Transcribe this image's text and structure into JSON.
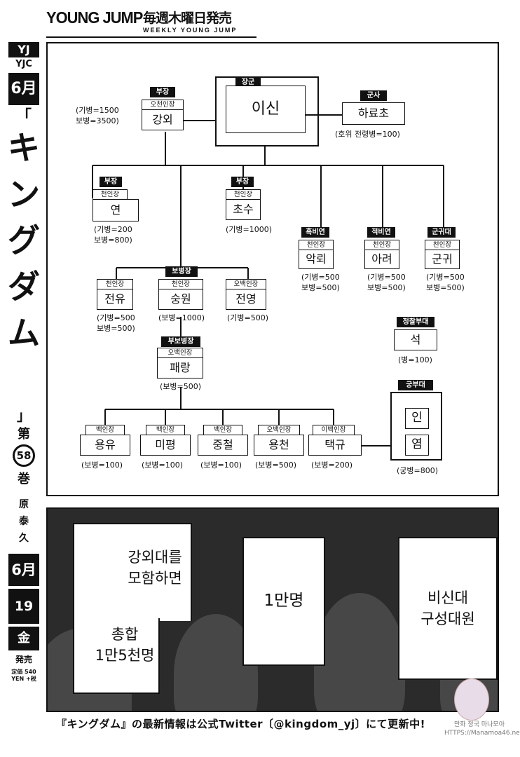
{
  "header": {
    "title": "YOUNG JUMP",
    "days": "毎週木曜日発売",
    "weekly": "WEEKLY YOUNG JUMP"
  },
  "strip": {
    "yj": "YJ",
    "yjc": "YJC",
    "month": "6月刊",
    "bracket_open": "「",
    "kingdom": [
      "キ",
      "ン",
      "グ",
      "ダ",
      "ム"
    ],
    "bracket_close": "」",
    "volume_pre": "第",
    "volume_num": "58",
    "volume_post": "巻",
    "author": [
      "原",
      "泰",
      "久"
    ],
    "release_month": "6月",
    "release_day": "19日",
    "release_weekday": "金",
    "release_word": "発売",
    "price": "定価 540 YEN +税"
  },
  "diagram": {
    "nodes": [
      {
        "id": "general",
        "tag": "장군",
        "rank": "",
        "name": "이신",
        "note": ""
      },
      {
        "id": "gunsa",
        "tag": "군사",
        "rank": "",
        "name": "하료초",
        "note": "(호위 전령병=100)"
      },
      {
        "id": "gaiwai",
        "tag": "부장",
        "rank": "오천인장",
        "name": "강외",
        "note": "(기병=1500\n보병=3500)"
      },
      {
        "id": "yeon",
        "tag": "부장",
        "rank": "천인장",
        "name": "연",
        "note": "(기병=200\n보병=800)"
      },
      {
        "id": "chosu",
        "tag": "부장",
        "rank": "천인장",
        "name": "초수",
        "note": "(기병=1000)"
      },
      {
        "id": "akro",
        "tag": "흑비연",
        "rank": "천인장",
        "name": "악뢰",
        "note": "(기병=500\n보병=500)"
      },
      {
        "id": "arae",
        "tag": "적비연",
        "rank": "천인장",
        "name": "아려",
        "note": "(기병=500\n보병=500)"
      },
      {
        "id": "gungwi",
        "tag": "군귀대",
        "rank": "천인장",
        "name": "군귀",
        "note": "(기병=500\n보병=500)"
      },
      {
        "id": "jeonyu",
        "tag": "",
        "rank": "천인장",
        "name": "전유",
        "note": "(기병=500\n보병=500)"
      },
      {
        "id": "sungwon",
        "tag": "보병장",
        "rank": "천인장",
        "name": "숭원",
        "note": "(보병=1000)"
      },
      {
        "id": "jeonyoung",
        "tag": "",
        "rank": "오백인장",
        "name": "전영",
        "note": "(기병=500)"
      },
      {
        "id": "seok",
        "tag": "정찰부대",
        "rank": "",
        "name": "석",
        "note": "(병=100)"
      },
      {
        "id": "parang",
        "tag": "부보병장",
        "rank": "오백인장",
        "name": "패랑",
        "note": "(보병=500)"
      },
      {
        "id": "yongyu",
        "tag": "",
        "rank": "백인장",
        "name": "용유",
        "note": "(보병=100)"
      },
      {
        "id": "mipyeong",
        "tag": "",
        "rank": "백인장",
        "name": "미평",
        "note": "(보병=100)"
      },
      {
        "id": "jungcheol",
        "tag": "",
        "rank": "백인장",
        "name": "중철",
        "note": "(보병=100)"
      },
      {
        "id": "yongcheon",
        "tag": "",
        "rank": "오백인장",
        "name": "용천",
        "note": "(보병=500)"
      },
      {
        "id": "taekgyu",
        "tag": "",
        "rank": "이백인장",
        "name": "택규",
        "note": "(보병=200)"
      }
    ],
    "archers": {
      "tag": "궁부대",
      "members": [
        "인",
        "염"
      ],
      "note": "(궁병=800)"
    }
  },
  "manga": {
    "bubble1": [
      "강외대를",
      "모함하면"
    ],
    "bubble1b": [
      "총합",
      "1만5천명"
    ],
    "bubble2": [
      "1만명"
    ],
    "bubble3": [
      "비신대",
      "구성대원"
    ]
  },
  "footer": {
    "text": "『キングダム』の最新情報は公式Twitter〔@kingdom_yj〕にて更新中!"
  },
  "watermark": {
    "line1": "만화 정국 마나모아",
    "line2": "HTTPS://Manamoa46.net"
  }
}
